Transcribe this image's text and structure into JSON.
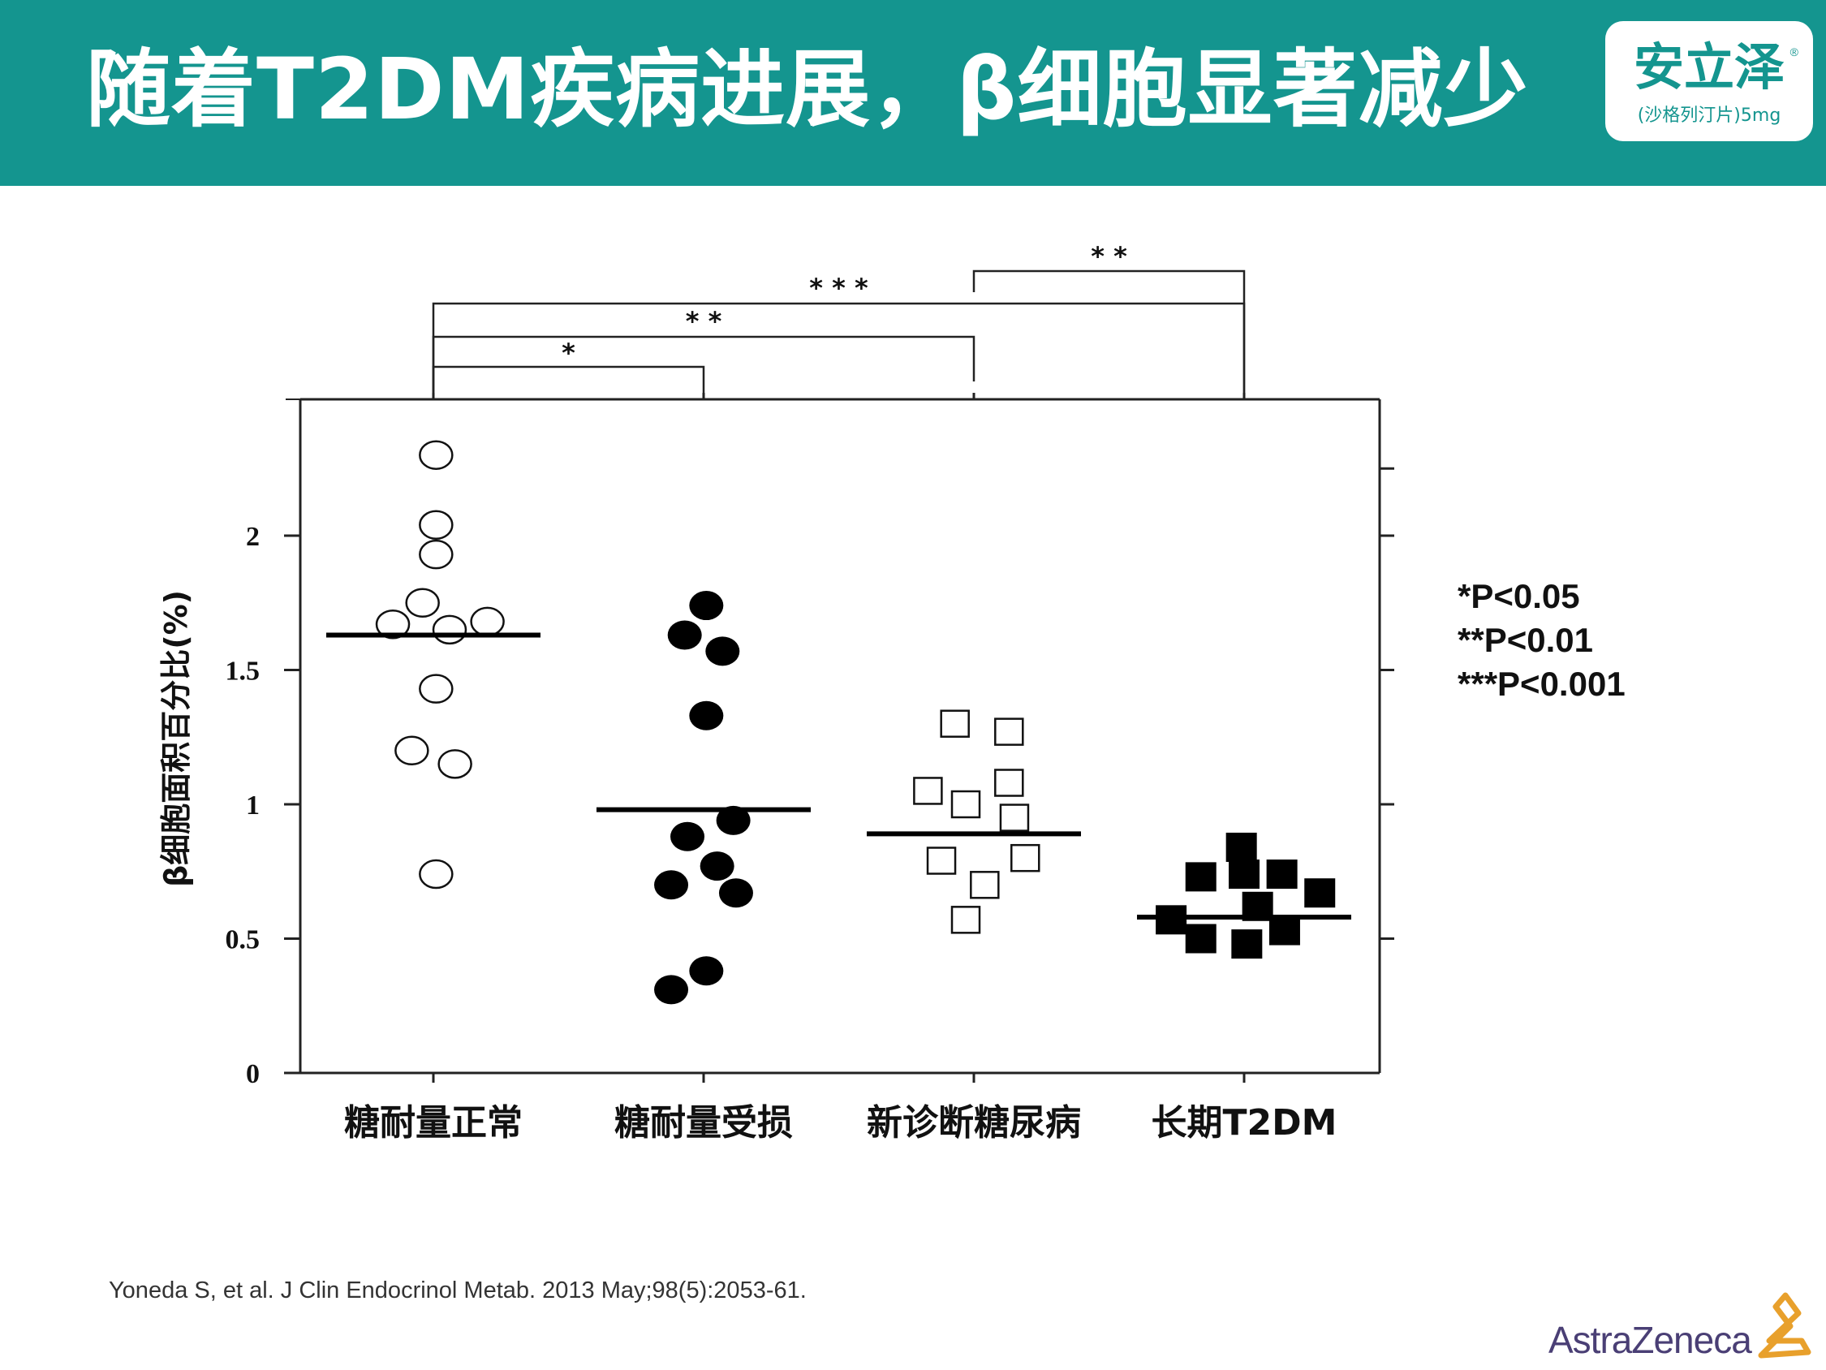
{
  "slide": {
    "title": "随着T2DM疾病进展，β细胞显著减少"
  },
  "logo": {
    "name": "安立泽",
    "registered": "®",
    "subtitle": "(沙格列汀片)5mg"
  },
  "legend_pvalues": [
    "*P<0.05",
    "**P<0.01",
    "***P<0.001"
  ],
  "citation": "Yoneda S, et al. J Clin Endocrinol Metab. 2013 May;98(5):2053-61.",
  "company": "AstraZeneca",
  "colors": {
    "banner": "#14958f",
    "logo_text": "#14958f",
    "company_text": "#4a3f75",
    "company_mark": "#e8a02c",
    "marker_fill": "#000000",
    "axis": "#222222"
  },
  "icons": [
    "astrazeneca-mark-icon"
  ],
  "chart_data": {
    "type": "scatter",
    "title": "",
    "xlabel": "",
    "ylabel": "β细胞面积百分比(%)",
    "ylim": [
      0,
      2.5
    ],
    "yticks": [
      0,
      0.5,
      1,
      1.5,
      2
    ],
    "ytick_labels": [
      "0",
      "0.5",
      "1",
      "1.5",
      "2"
    ],
    "categories": [
      "糖耐量正常",
      "糖耐量受损",
      "新诊断糖尿病",
      "长期T2DM"
    ],
    "series": [
      {
        "marker": "open-circle",
        "mean": 1.63,
        "points": [
          {
            "x": 0.01,
            "y": 2.3
          },
          {
            "x": 0.01,
            "y": 2.04
          },
          {
            "x": 0.01,
            "y": 1.93
          },
          {
            "x": -0.04,
            "y": 1.75
          },
          {
            "x": -0.15,
            "y": 1.67
          },
          {
            "x": 0.06,
            "y": 1.65
          },
          {
            "x": 0.2,
            "y": 1.68
          },
          {
            "x": 0.01,
            "y": 1.43
          },
          {
            "x": -0.08,
            "y": 1.2
          },
          {
            "x": 0.08,
            "y": 1.15
          },
          {
            "x": 0.01,
            "y": 0.74
          }
        ]
      },
      {
        "marker": "filled-circle",
        "mean": 0.98,
        "points": [
          {
            "x": 1.01,
            "y": 1.74
          },
          {
            "x": 0.93,
            "y": 1.63
          },
          {
            "x": 1.07,
            "y": 1.57
          },
          {
            "x": 1.01,
            "y": 1.33
          },
          {
            "x": 1.11,
            "y": 0.94
          },
          {
            "x": 0.94,
            "y": 0.88
          },
          {
            "x": 1.05,
            "y": 0.77
          },
          {
            "x": 0.88,
            "y": 0.7
          },
          {
            "x": 1.12,
            "y": 0.67
          },
          {
            "x": 1.01,
            "y": 0.38
          },
          {
            "x": 0.88,
            "y": 0.31
          }
        ]
      },
      {
        "marker": "open-square",
        "mean": 0.89,
        "points": [
          {
            "x": 1.93,
            "y": 1.3
          },
          {
            "x": 2.13,
            "y": 1.27
          },
          {
            "x": 1.83,
            "y": 1.05
          },
          {
            "x": 2.13,
            "y": 1.08
          },
          {
            "x": 1.97,
            "y": 1.0
          },
          {
            "x": 2.15,
            "y": 0.95
          },
          {
            "x": 1.88,
            "y": 0.79
          },
          {
            "x": 2.19,
            "y": 0.8
          },
          {
            "x": 2.04,
            "y": 0.7
          },
          {
            "x": 1.97,
            "y": 0.57
          }
        ]
      },
      {
        "marker": "filled-square",
        "mean": 0.58,
        "points": [
          {
            "x": 2.99,
            "y": 0.84
          },
          {
            "x": 2.84,
            "y": 0.73
          },
          {
            "x": 3.0,
            "y": 0.74
          },
          {
            "x": 3.14,
            "y": 0.74
          },
          {
            "x": 3.28,
            "y": 0.67
          },
          {
            "x": 3.05,
            "y": 0.62
          },
          {
            "x": 2.73,
            "y": 0.57
          },
          {
            "x": 2.84,
            "y": 0.5
          },
          {
            "x": 3.15,
            "y": 0.53
          },
          {
            "x": 3.01,
            "y": 0.48
          }
        ]
      }
    ],
    "significance": [
      {
        "from": 0,
        "to": 1,
        "label": "*"
      },
      {
        "from": 0,
        "to": 2,
        "label": "* *"
      },
      {
        "from": 0,
        "to": 3,
        "label": "* * *"
      },
      {
        "from": 2,
        "to": 3,
        "label": "* *"
      }
    ],
    "grid": false
  }
}
